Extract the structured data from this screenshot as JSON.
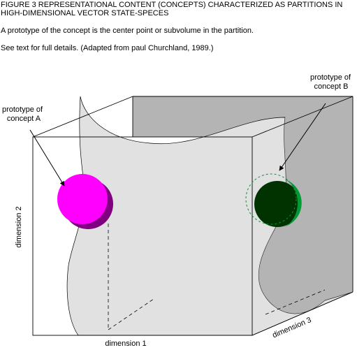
{
  "figure": {
    "heading": "FIGURE 3  REPRESENTATIONAL CONTENT (CONCEPTS) CHARACTERIZED  AS PARTITIONS IN HIGH-DIMENSIONAL VECTOR STATE-SPECES",
    "description": "A prototype of the concept is the center point or subvolume in the partition.",
    "note": "See text for full details.  (Adapted from paul Churchland, 1989.)"
  },
  "labels": {
    "concept_a_line1": "prototype of",
    "concept_a_line2": "concept A",
    "concept_b_line1": "prototype of",
    "concept_b_line2": "concept B",
    "dimension_1": "dimension 1",
    "dimension_2": "dimension 2",
    "dimension_3": "dimension 3"
  },
  "colors": {
    "back_wall": "#b4b4b4",
    "partition_surface": "#e1e1e1",
    "concept_a": "#ff00ff",
    "concept_a_shadow": "#800080",
    "concept_b": "#009933",
    "concept_b_shadow": "#003300"
  }
}
